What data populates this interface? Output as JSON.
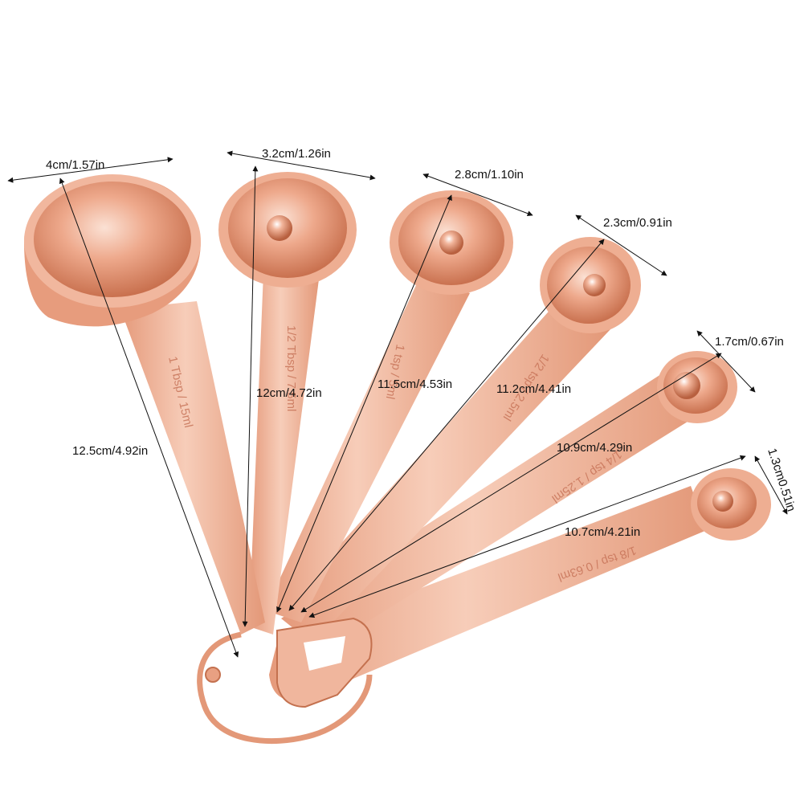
{
  "colors": {
    "copper_light": "#f6c8b3",
    "copper_mid": "#e9a183",
    "copper_dark": "#c4714f",
    "line": "#111111"
  },
  "spoons": [
    {
      "width_label": "4cm/1.57in",
      "length_label": "12.5cm/4.92in",
      "engraving": "1 Tbsp / 15ml"
    },
    {
      "width_label": "3.2cm/1.26in",
      "length_label": "12cm/4.72in",
      "engraving": "1/2 Tbsp / 7.5ml"
    },
    {
      "width_label": "2.8cm/1.10in",
      "length_label": "11.5cm/4.53in",
      "engraving": "1 tsp / 5ml"
    },
    {
      "width_label": "2.3cm/0.91in",
      "length_label": "11.2cm/4.41in",
      "engraving": "1/2 tsp / 2.5ml"
    },
    {
      "width_label": "1.7cm/0.67in",
      "length_label": "10.9cm/4.29in",
      "engraving": "1/4 tsp / 1.25ml"
    },
    {
      "width_label": "1.3cm0.51in",
      "length_label": "10.7cm/4.21in",
      "engraving": "1/8 tsp / 0.63ml"
    }
  ]
}
